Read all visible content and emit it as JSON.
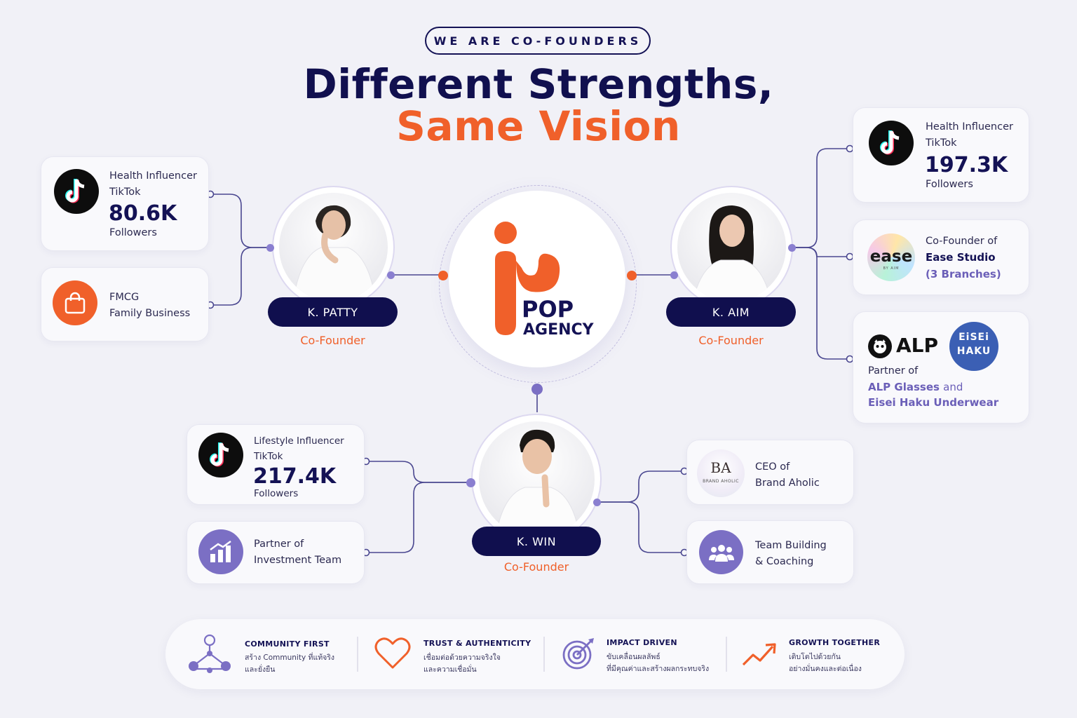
{
  "header": {
    "tag": "WE ARE CO-FOUNDERS",
    "title_line1": "Different Strengths,",
    "title_line2": "Same Vision"
  },
  "colors": {
    "navy": "#100f4e",
    "orange": "#f0602a",
    "purple": "#7b6fc4",
    "background": "#f1f1f7"
  },
  "center_logo": {
    "line1": "POP",
    "line2": "AGENCY"
  },
  "founders": {
    "patty": {
      "name": "K. PATTY",
      "role": "Co-Founder"
    },
    "aim": {
      "name": "K. AIM",
      "role": "Co-Founder"
    },
    "win": {
      "name": "K. WIN",
      "role": "Co-Founder"
    }
  },
  "patty_cards": {
    "tiktok": {
      "icon": "tiktok-icon",
      "line1": "Health Influencer",
      "line2": "TikTok",
      "count": "80.6K",
      "unit": "Followers"
    },
    "fmcg": {
      "icon": "shopping-bag-icon",
      "line1": "FMCG",
      "line2": "Family Business"
    }
  },
  "aim_cards": {
    "tiktok": {
      "icon": "tiktok-icon",
      "line1": "Health Influencer",
      "line2": "TikTok",
      "count": "197.3K",
      "unit": "Followers"
    },
    "ease": {
      "logo": "ease",
      "logo_sub": "BY AIM",
      "line1": "Co-Founder of",
      "line2": "Ease Studio",
      "line3": "(3 Branches)"
    },
    "alp": {
      "logo": "ALP",
      "logo2_line1": "EiSEi",
      "logo2_line2": "HAKU",
      "line1": "Partner of",
      "line2a": "ALP Glasses",
      "line2b": "and",
      "line3": "Eisei Haku Underwear"
    }
  },
  "win_cards": {
    "tiktok": {
      "icon": "tiktok-icon",
      "line1": "Lifestyle Influencer",
      "line2": "TikTok",
      "count": "217.4K",
      "unit": "Followers"
    },
    "investment": {
      "icon": "bar-chart-icon",
      "line1": "Partner of",
      "line2": "Investment Team"
    },
    "brand": {
      "logo": "BA",
      "logo_sub": "BRAND AHOLIC",
      "line1": "CEO of",
      "line2": "Brand Aholic"
    },
    "team": {
      "icon": "team-icon",
      "line1": "Team Building",
      "line2": "& Coaching"
    }
  },
  "values": [
    {
      "icon": "network-icon",
      "title": "COMMUNITY FIRST",
      "desc1": "สร้าง Community ที่แท้จริง",
      "desc2": "และยั่งยืน"
    },
    {
      "icon": "heart-icon",
      "title": "TRUST & AUTHENTICITY",
      "desc1": "เชื่อมต่อด้วยความจริงใจ",
      "desc2": "และความเชื่อมั่น"
    },
    {
      "icon": "target-icon",
      "title": "IMPACT DRIVEN",
      "desc1": "ขับเคลื่อนผลลัพธ์",
      "desc2": "ที่มีคุณค่าและสร้างผลกระทบจริง"
    },
    {
      "icon": "growth-arrow-icon",
      "title": "GROWTH TOGETHER",
      "desc1": "เติบโตไปด้วยกัน",
      "desc2": "อย่างมั่นคงและต่อเนื่อง"
    }
  ]
}
